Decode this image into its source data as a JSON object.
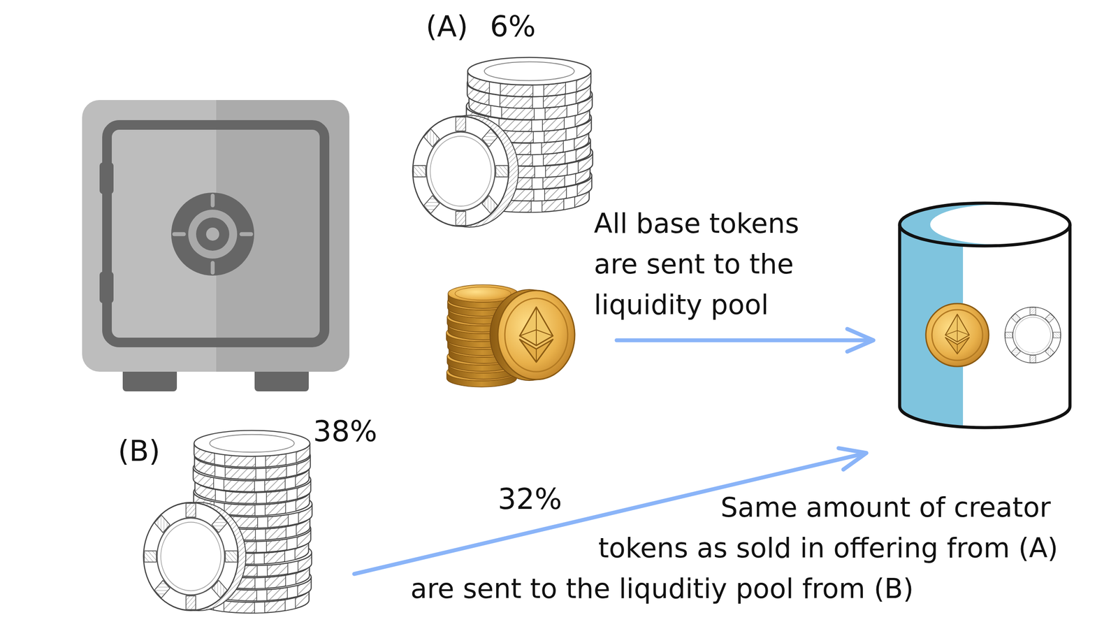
{
  "diagram": {
    "nodes": [
      {
        "text": [
          "(A)",
          "6%"
        ]
      },
      {
        "text": [
          "(B)",
          "38%"
        ]
      }
    ],
    "labels": [
      "All base tokens are sent to the liquidity pool",
      "32%",
      "Same amount of creator tokens as sold in offering from (A) are sent to the liquditiy pool from (B)"
    ]
  }
}
